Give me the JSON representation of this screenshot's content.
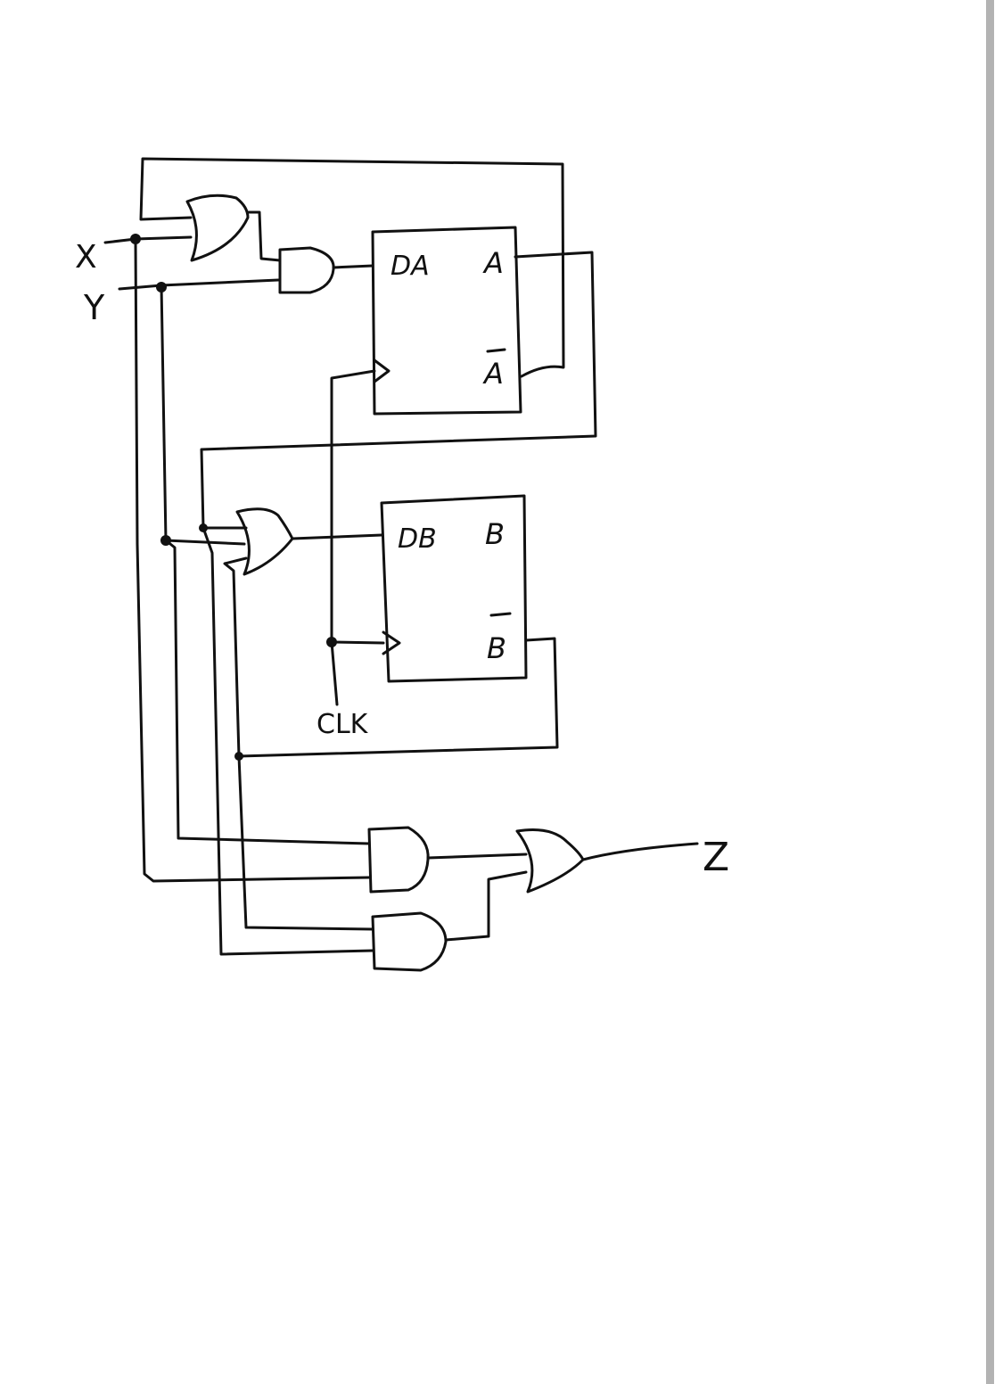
{
  "labels": {
    "input_x": "X",
    "input_y": "Y",
    "ff_a_d": "DA",
    "ff_a_q": "A",
    "ff_a_qbar": "A",
    "ff_b_d": "DB",
    "ff_b_q": "B",
    "ff_b_qbar": "B",
    "clock": "CLK",
    "output_z": "Z"
  },
  "colors": {
    "ink": "#111111",
    "background": "#ffffff",
    "scrollbar": "#b3b3b3"
  }
}
